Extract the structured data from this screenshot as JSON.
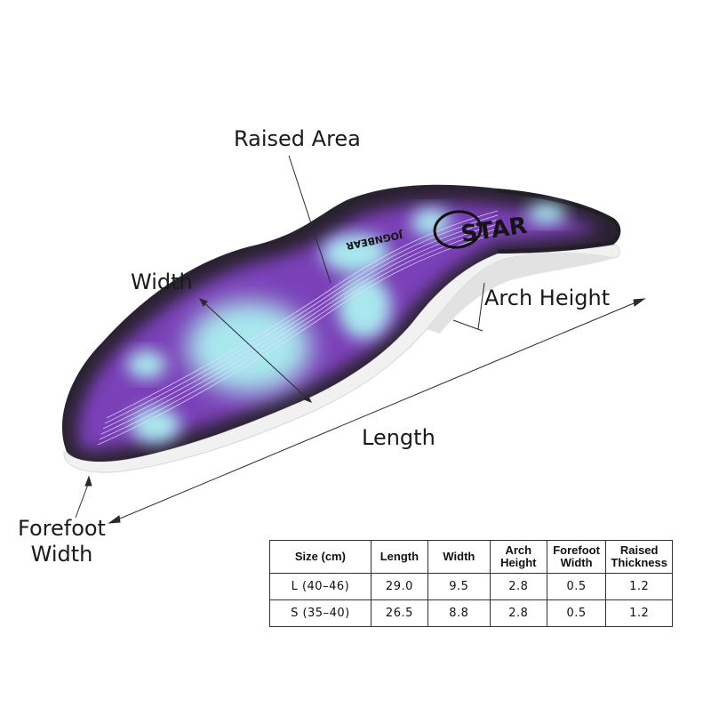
{
  "labels": {
    "raised_area": "Raised Area",
    "width": "Width",
    "arch_height": "Arch Height",
    "length": "Length",
    "forefoot_line1": "Forefoot",
    "forefoot_line2": "Width"
  },
  "brand": {
    "logo_text": "STAR",
    "side_text": "JOGNBEAR"
  },
  "colors": {
    "purple": "#7a3fb8",
    "light_blue": "#a9e7ee",
    "dark": "#2a2230",
    "background": "#ffffff"
  },
  "table": {
    "headers": [
      "Size (cm)",
      "Length",
      "Width",
      "Arch Height",
      "Forefoot Width",
      "Raised Thickness"
    ],
    "rows": [
      [
        "L (40–46)",
        "29.0",
        "9.5",
        "2.8",
        "0.5",
        "1.2"
      ],
      [
        "S (35–40)",
        "26.5",
        "8.8",
        "2.8",
        "0.5",
        "1.2"
      ]
    ]
  }
}
